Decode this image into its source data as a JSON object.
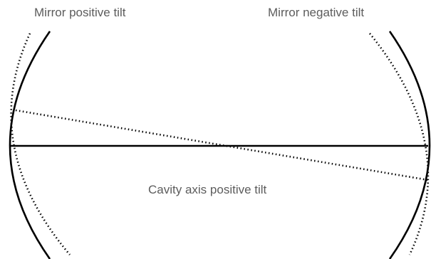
{
  "labels": {
    "mirror_positive_tilt": "Mirror positive tilt",
    "mirror_negative_tilt": "Mirror negative tilt",
    "cavity_axis_positive_tilt": "Cavity axis positive tilt"
  },
  "colors": {
    "stroke": "#000000",
    "text": "#5c5c5c",
    "background": "#ffffff"
  }
}
